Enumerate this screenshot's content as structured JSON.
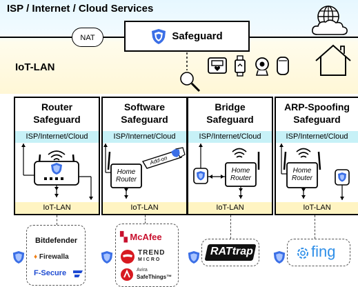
{
  "header": {
    "isp_title": "ISP / Internet / Cloud Services",
    "iot_title": "IoT-LAN",
    "nat_label": "NAT",
    "safeguard_label": "Safeguard"
  },
  "columns": [
    {
      "title_line1": "Router",
      "title_line2": "Safeguard",
      "isp_band": "ISP/Internet/Cloud",
      "iot_band": "IoT-LAN"
    },
    {
      "title_line1": "Software",
      "title_line2": "Safeguard",
      "isp_band": "ISP/Internet/Cloud",
      "iot_band": "IoT-LAN",
      "router_line1": "Home",
      "router_line2": "Router",
      "addon_label": "Add-on"
    },
    {
      "title_line1": "Bridge",
      "title_line2": "Safeguard",
      "isp_band": "ISP/Internet/Cloud",
      "iot_band": "IoT-LAN",
      "router_line1": "Home",
      "router_line2": "Router"
    },
    {
      "title_line1": "ARP-Spoofing",
      "title_line2": "Safeguard",
      "isp_band": "ISP/Internet/Cloud",
      "iot_band": "IoT-LAN",
      "router_line1": "Home",
      "router_line2": "Router"
    }
  ],
  "vendors": {
    "router": [
      "Bitdefender",
      "Firewalla",
      "F-Secure"
    ],
    "software": [
      "McAfee",
      "TREND",
      "MICRO",
      "Avira",
      "SafeThings™"
    ],
    "bridge": [
      "RATtrap"
    ],
    "arp": [
      "fing"
    ]
  },
  "colors": {
    "shield_blue": "#3b6fe6",
    "shield_light": "#a9c4ff",
    "isp_band": "#c7f1f7",
    "iot_band": "#fff4c2",
    "mcafee_red": "#c8102e",
    "trend_red": "#d71920",
    "fsecure_blue": "#1e4bd2",
    "fing_blue": "#2f8fe8"
  }
}
